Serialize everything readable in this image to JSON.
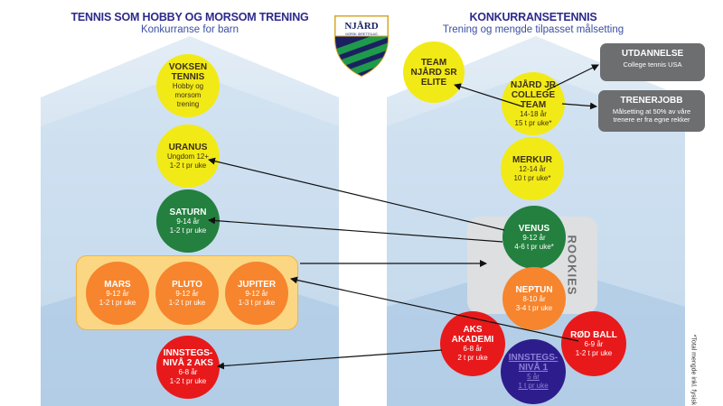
{
  "left_header": {
    "title": "TENNIS SOM HOBBY OG MORSOM TRENING",
    "subtitle": "Konkurranse for barn"
  },
  "right_header": {
    "title": "KONKURRANSETENNIS",
    "subtitle": "Trening og mengde tilpasset målsetting"
  },
  "logo": {
    "text": "NJÅRD",
    "ring_text": "NORSK IDRETTSLAG",
    "colors": {
      "green": "#1e9a4b",
      "navy": "#1b2160",
      "gold": "#d6a72c"
    }
  },
  "circles": {
    "voksen": {
      "name": "VOKSEN TENNIS",
      "lines": [
        "Hobby og",
        "morsom",
        "trening"
      ]
    },
    "uranus": {
      "name": "URANUS",
      "lines": [
        "Ungdom 12+",
        "1-2 t pr uke"
      ]
    },
    "saturn": {
      "name": "SATURN",
      "lines": [
        "9-14 år",
        "1-2 t pr uke"
      ]
    },
    "mars": {
      "name": "MARS",
      "lines": [
        "9-12 år",
        "1-2 t pr uke"
      ]
    },
    "pluto": {
      "name": "PLUTO",
      "lines": [
        "9-12 år",
        "1-2 t pr uke"
      ]
    },
    "jupiter": {
      "name": "JUPITER",
      "lines": [
        "9-12 år",
        "1-3 t pr uke"
      ]
    },
    "innstegs2": {
      "name": "INNSTEGS-NIVÅ 2 AKS",
      "lines": [
        "6-8 år",
        "1-2 t pr uke"
      ]
    },
    "team_elite": {
      "name": "TEAM NJÅRD SR ELITE",
      "lines": []
    },
    "college": {
      "name": "NJÅRD JR COLLEGE TEAM",
      "lines": [
        "14-18 år",
        "15 t pr uke*"
      ]
    },
    "merkur": {
      "name": "MERKUR",
      "lines": [
        "12-14 år",
        "10 t pr uke*"
      ]
    },
    "venus": {
      "name": "VENUS",
      "lines": [
        "9-12 år",
        "4-6 t pr uke*"
      ]
    },
    "neptun": {
      "name": "NEPTUN",
      "lines": [
        "8-10 år",
        "3-4 t pr uke"
      ]
    },
    "aks_akademi": {
      "name": "AKS AKADEMI",
      "lines": [
        "6-8 år",
        "2 t pr uke"
      ]
    },
    "rod_ball": {
      "name": "RØD BALL",
      "lines": [
        "6-9 år",
        "1-2 t pr uke"
      ]
    },
    "innstegs1": {
      "name": "INNSTEGS-NIVÅ 1",
      "lines": [
        "5 år",
        "1 t pr uke"
      ]
    }
  },
  "boxes": {
    "utdannelse": {
      "title": "UTDANNELSE",
      "text": "College tennis USA"
    },
    "trenerjobb": {
      "title": "TRENERJOBB",
      "text": "Målsetting at 50% av våre trenere er fra egne rekker"
    }
  },
  "rookies_label": "ROOKIES",
  "footnote": "*Total mengde inkl. fysisk",
  "colors": {
    "yellow": "#f2ea16",
    "green": "#23803f",
    "orange": "#f6852d",
    "red": "#e8191b",
    "navy": "#2d1d8c",
    "grey_box": "#6d6e70",
    "rookies_bg": "#dedfe0",
    "group_bg": "#fbd784",
    "header_text": "#2e2a8a",
    "background_blue": "#bdd5ea"
  }
}
